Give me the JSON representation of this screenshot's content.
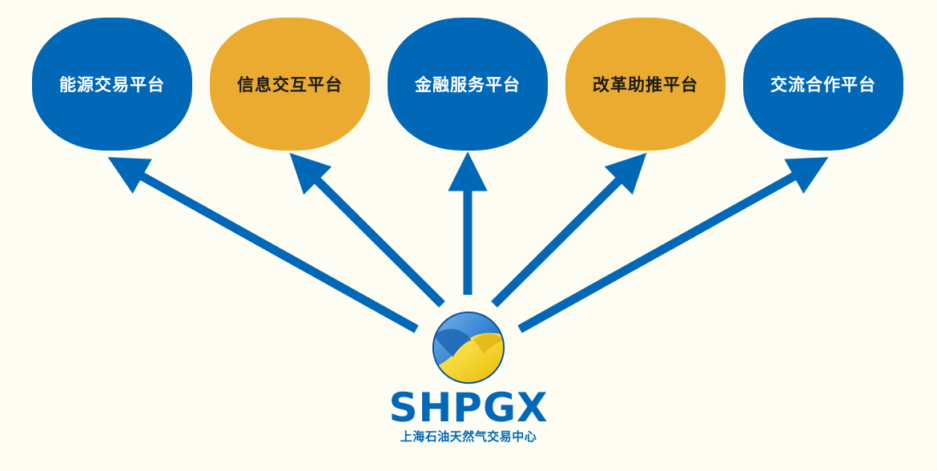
{
  "colors": {
    "background": "#fdfdf3",
    "blue": "#0068b7",
    "gold": "#ebab30",
    "blue_text": "#0068b7",
    "white_text": "#ffffff",
    "dark_text": "#1a1a1a",
    "logo_yellow": "#f5e12a",
    "logo_blue_light": "#4c9be0"
  },
  "platforms": [
    {
      "label": "能源交易平台",
      "color": "blue"
    },
    {
      "label": "信息交互平台",
      "color": "gold"
    },
    {
      "label": "金融服务平台",
      "color": "blue"
    },
    {
      "label": "改革助推平台",
      "color": "gold"
    },
    {
      "label": "交流合作平台",
      "color": "blue"
    }
  ],
  "logo": {
    "icon": "shpgx-swirl-logo-icon",
    "name": "SHPGX",
    "subtitle": "上海石油天然气交易中心"
  }
}
